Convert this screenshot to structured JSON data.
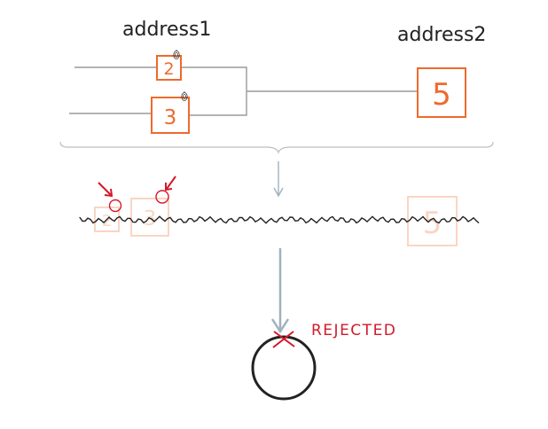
{
  "labels": {
    "address1": "address1",
    "address2": "address2",
    "rejected": "REJECTED"
  },
  "inputs": [
    {
      "value": "2"
    },
    {
      "value": "3"
    }
  ],
  "output": {
    "value": "5"
  },
  "faded_chain": {
    "input_a": "2",
    "input_b": "3",
    "output": "5"
  },
  "colors": {
    "box": "#ee6a2c",
    "wire": "#9a9a9a",
    "arrow": "#9fb2bd",
    "chain": "#222222",
    "highlight": "#d21a2a",
    "node": "#222222"
  },
  "icons": {
    "signature": "fingerprint-icon",
    "pointer": "red-arrow-icon",
    "reject": "x-mark-icon"
  }
}
